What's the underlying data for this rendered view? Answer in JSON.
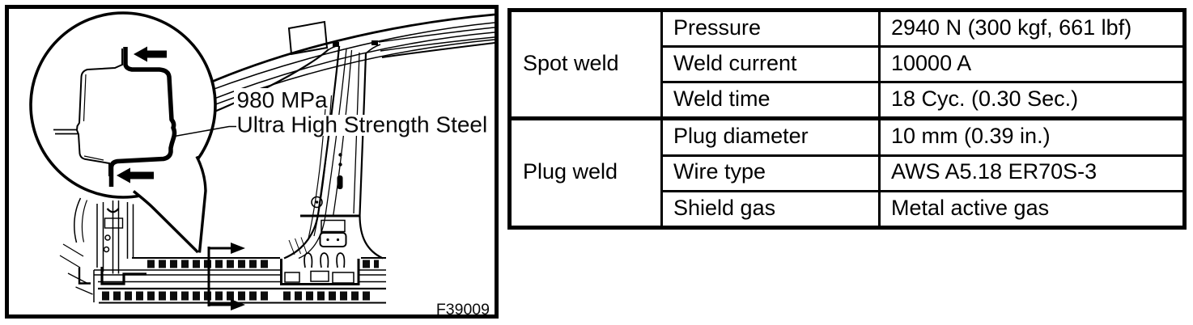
{
  "figure": {
    "label_980": "980 MPa",
    "label_uhss": "Ultra High Strength Steel",
    "code": "F39009"
  },
  "table": {
    "groups": [
      {
        "name": "Spot weld",
        "rows": [
          {
            "label": "Pressure",
            "value": "2940 N (300 kgf, 661 lbf)"
          },
          {
            "label": "Weld current",
            "value": "10000 A"
          },
          {
            "label": "Weld time",
            "value": "18 Cyc. (0.30 Sec.)"
          }
        ]
      },
      {
        "name": "Plug weld",
        "rows": [
          {
            "label": "Plug diameter",
            "value": "10 mm (0.39 in.)"
          },
          {
            "label": "Wire type",
            "value": "AWS A5.18 ER70S-3"
          },
          {
            "label": "Shield gas",
            "value": "Metal active gas"
          }
        ]
      }
    ]
  },
  "colors": {
    "line": "#000000",
    "background": "#ffffff"
  }
}
